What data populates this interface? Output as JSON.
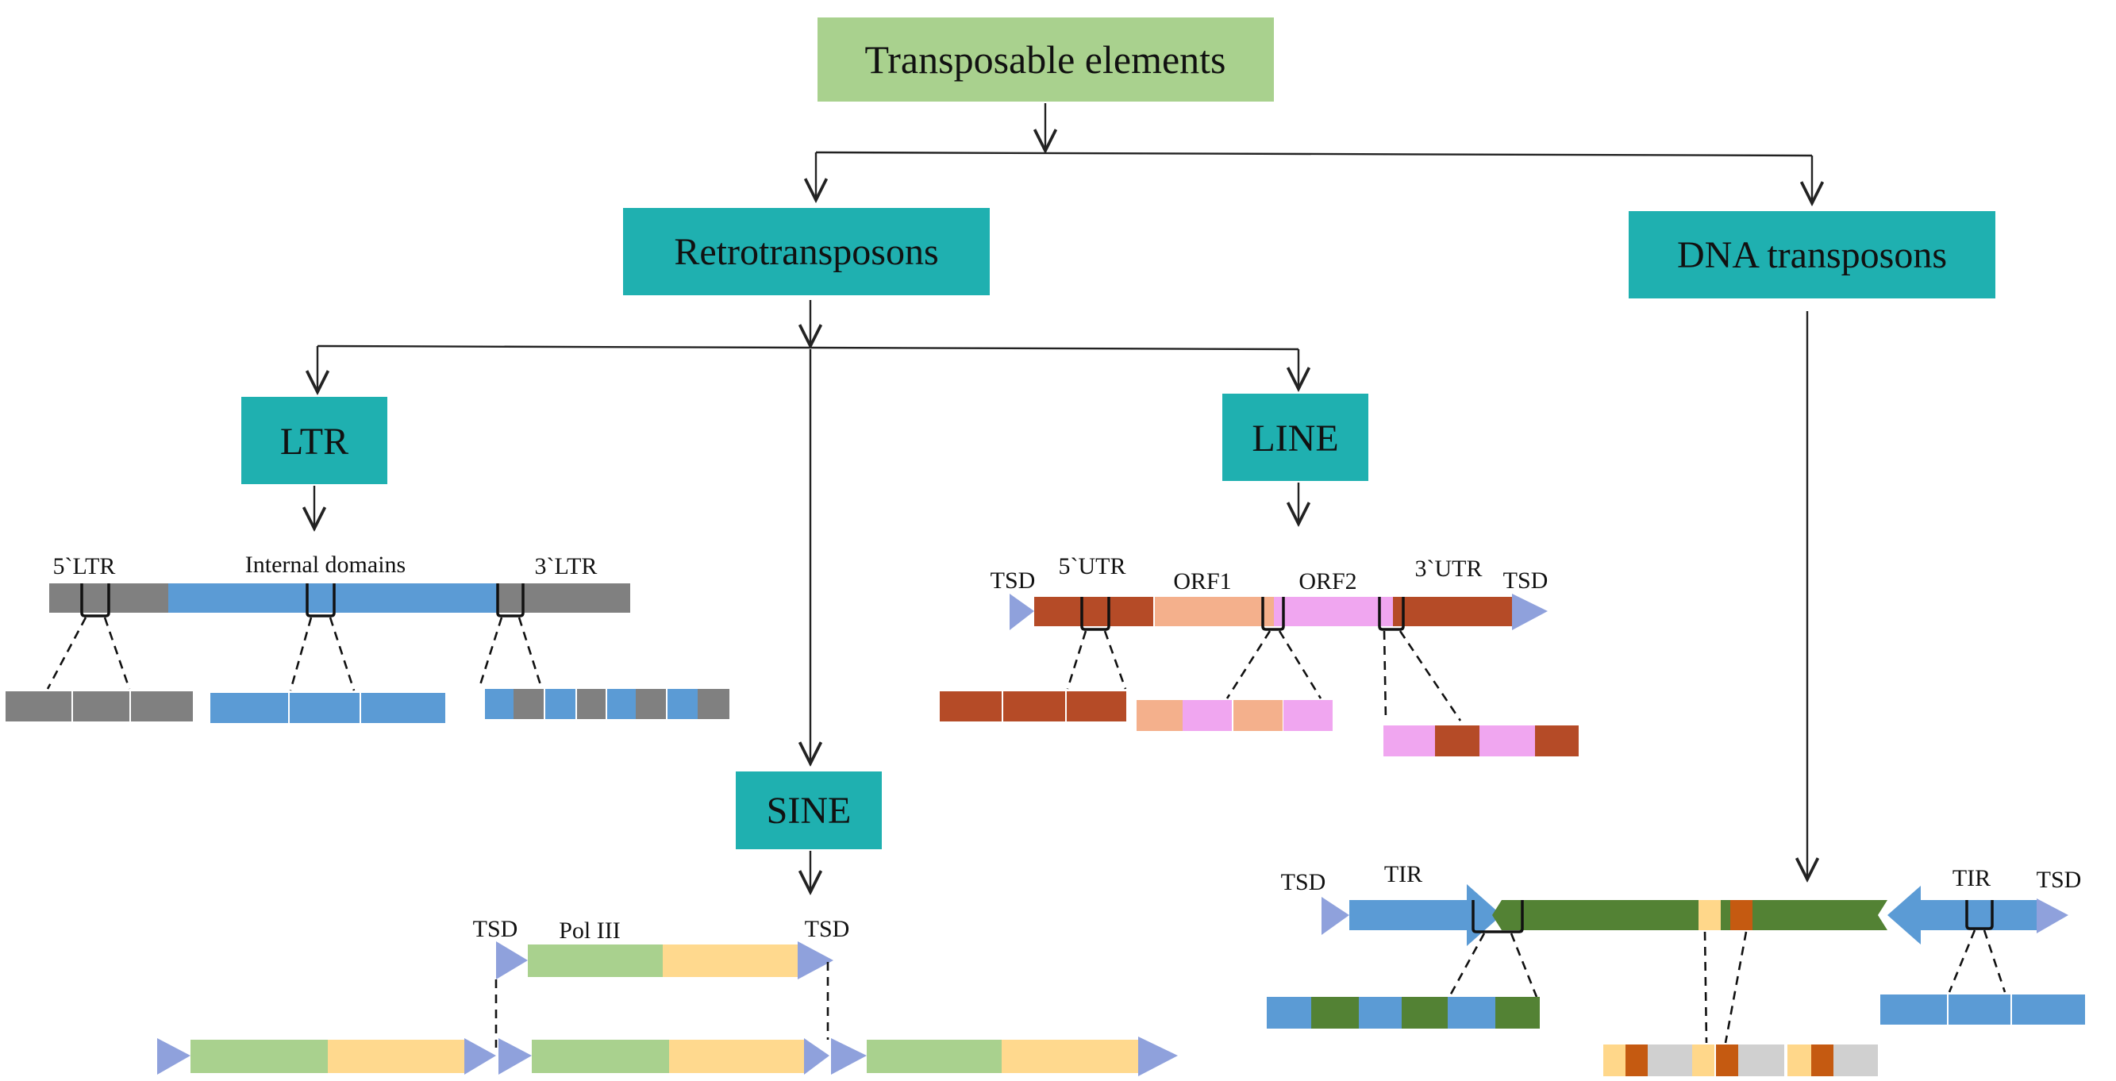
{
  "title": "Transposable elements",
  "categories": {
    "retrotransposons": "Retrotransposons",
    "dna_transposons": "DNA transposons",
    "ltr": "LTR",
    "line": "LINE",
    "sine": "SINE"
  },
  "ltr_labels": {
    "five_ltr": "5`LTR",
    "internal": "Internal domains",
    "three_ltr": "3`LTR"
  },
  "line_labels": {
    "tsd_left": "TSD",
    "five_utr": "5`UTR",
    "orf1": "ORF1",
    "orf2": "ORF2",
    "three_utr": "3`UTR",
    "tsd_right": "TSD"
  },
  "sine_labels": {
    "tsd_left": "TSD",
    "pol3": "Pol III",
    "tsd_right": "TSD"
  },
  "dna_labels": {
    "tsd_left": "TSD",
    "tir_left": "TIR",
    "tir_right": "TIR",
    "tsd_right": "TSD"
  },
  "colors": {
    "title_box": "#a9d18e",
    "category_box": "#1fb0b0",
    "ltr_gray": "#808080",
    "internal_blue": "#5b9bd5",
    "tsd_triangle": "#8fa1dc",
    "line_brown": "#b54b27",
    "orf1_salmon": "#f4b08c",
    "orf2_pink": "#f0a6f0",
    "sine_green": "#a9d18e",
    "sine_yellow": "#ffd98e",
    "dna_green": "#538234",
    "dna_orange": "#c55a11",
    "dna_light_yellow": "#ffd78a",
    "dna_gray": "#d0d0d0"
  }
}
